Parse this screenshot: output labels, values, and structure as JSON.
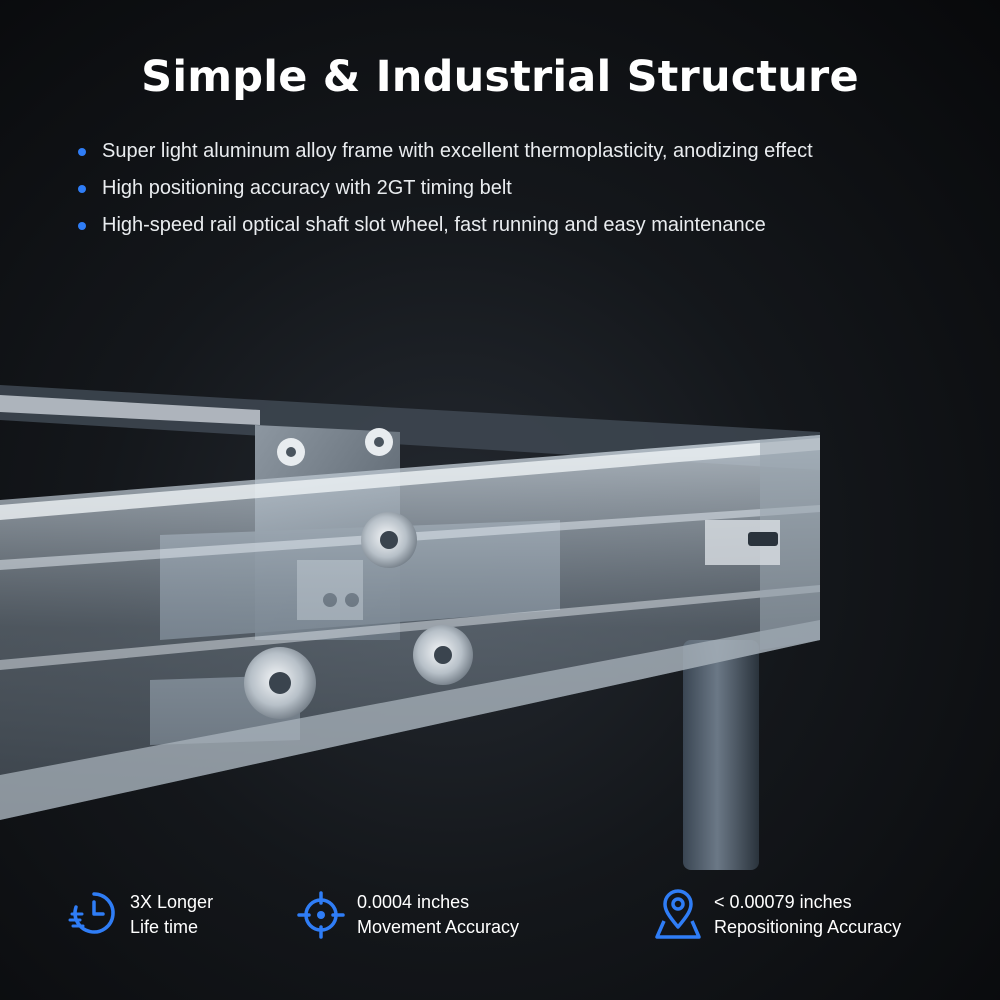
{
  "title": "Simple & Industrial Structure",
  "bullets": [
    "Super light aluminum alloy frame with excellent thermoplasticity, anodizing effect",
    "High positioning accuracy with 2GT timing belt",
    "High-speed rail optical shaft slot wheel, fast running and easy maintenance"
  ],
  "features": [
    {
      "icon": "clock-icon",
      "line1": "3X Longer",
      "line2": "Life time"
    },
    {
      "icon": "crosshair-icon",
      "line1": "0.0004 inches",
      "line2": "Movement Accuracy"
    },
    {
      "icon": "location-pin-icon",
      "line1": "< 0.00079 inches",
      "line2": "Repositioning Accuracy"
    }
  ],
  "colors": {
    "accent": "#2f7df6",
    "background": "#0b0d10",
    "text": "#ffffff"
  }
}
